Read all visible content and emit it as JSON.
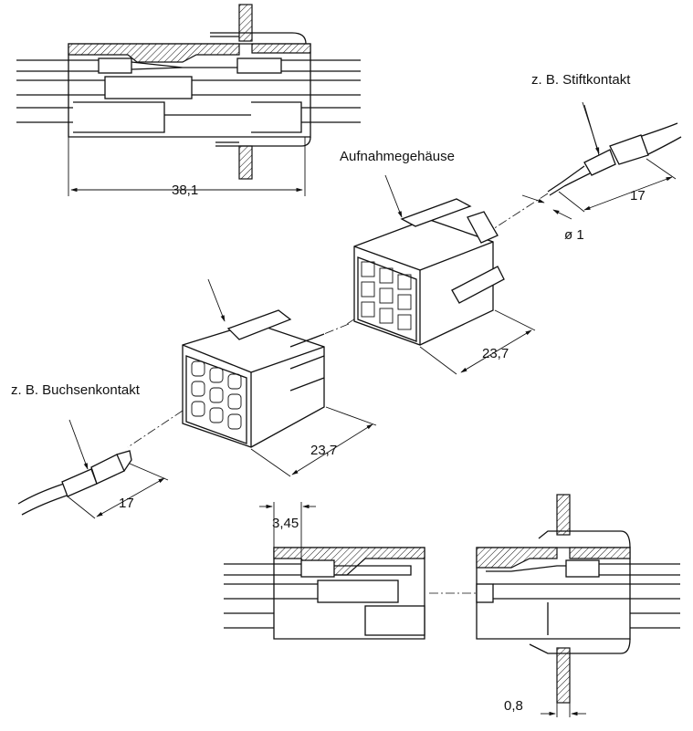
{
  "labels": {
    "stiftkontakt": "z. B. Stiftkontakt",
    "aufnahmegehaeuse": "Aufnahmegehäuse",
    "buchsenkontakt": "z. B. Buchsenkontakt"
  },
  "dimensions": {
    "top_length": "38,1",
    "pin_length": "17",
    "pin_diameter": "ø 1",
    "receptacle_depth": "23,7",
    "plug_depth": "23,7",
    "socket_length": "17",
    "offset": "3,45",
    "panel_thickness": "0,8"
  },
  "colors": {
    "line": "#111111",
    "background": "#ffffff"
  }
}
